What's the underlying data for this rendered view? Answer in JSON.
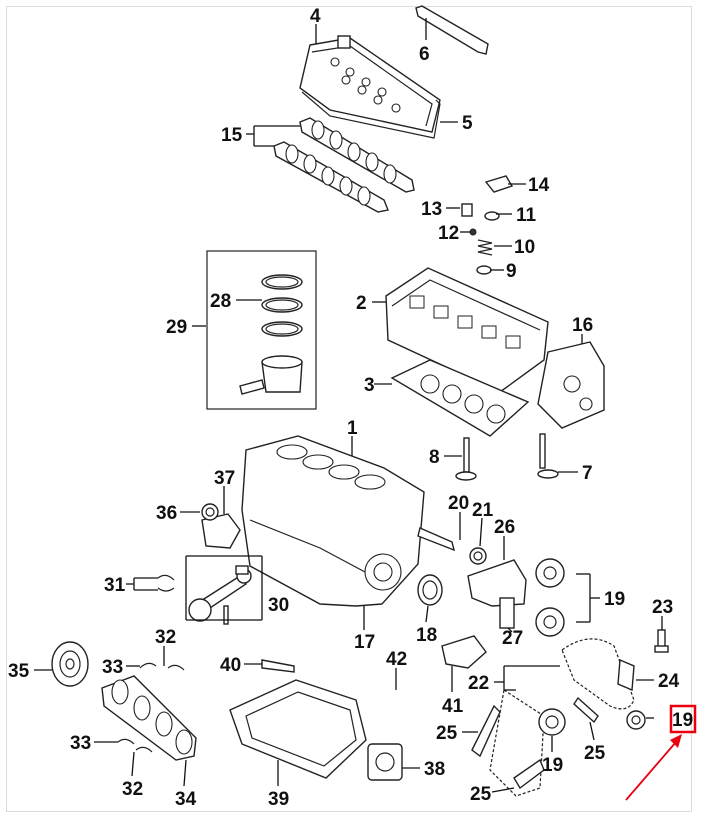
{
  "diagram": {
    "callouts": [
      {
        "id": "c4",
        "text": "4"
      },
      {
        "id": "c6",
        "text": "6"
      },
      {
        "id": "c5",
        "text": "5"
      },
      {
        "id": "c15",
        "text": "15"
      },
      {
        "id": "c14",
        "text": "14"
      },
      {
        "id": "c13",
        "text": "13"
      },
      {
        "id": "c11",
        "text": "11"
      },
      {
        "id": "c12",
        "text": "12"
      },
      {
        "id": "c10",
        "text": "10"
      },
      {
        "id": "c9",
        "text": "9"
      },
      {
        "id": "c28",
        "text": "28"
      },
      {
        "id": "c29",
        "text": "29"
      },
      {
        "id": "c2",
        "text": "2"
      },
      {
        "id": "c16",
        "text": "16"
      },
      {
        "id": "c3",
        "text": "3"
      },
      {
        "id": "c1",
        "text": "1"
      },
      {
        "id": "c8",
        "text": "8"
      },
      {
        "id": "c7",
        "text": "7"
      },
      {
        "id": "c37",
        "text": "37"
      },
      {
        "id": "c36",
        "text": "36"
      },
      {
        "id": "c20",
        "text": "20"
      },
      {
        "id": "c21",
        "text": "21"
      },
      {
        "id": "c26",
        "text": "26"
      },
      {
        "id": "c31",
        "text": "31"
      },
      {
        "id": "c30",
        "text": "30"
      },
      {
        "id": "c19a",
        "text": "19"
      },
      {
        "id": "c23",
        "text": "23"
      },
      {
        "id": "c17",
        "text": "17"
      },
      {
        "id": "c18",
        "text": "18"
      },
      {
        "id": "c27",
        "text": "27"
      },
      {
        "id": "c32a",
        "text": "32"
      },
      {
        "id": "c35",
        "text": "35"
      },
      {
        "id": "c33a",
        "text": "33"
      },
      {
        "id": "c40",
        "text": "40"
      },
      {
        "id": "c42",
        "text": "42"
      },
      {
        "id": "c22",
        "text": "22"
      },
      {
        "id": "c24",
        "text": "24"
      },
      {
        "id": "c41",
        "text": "41"
      },
      {
        "id": "c19b",
        "text": "19"
      },
      {
        "id": "c25a",
        "text": "25"
      },
      {
        "id": "c25b",
        "text": "25"
      },
      {
        "id": "c33b",
        "text": "33"
      },
      {
        "id": "c32b",
        "text": "32"
      },
      {
        "id": "c34",
        "text": "34"
      },
      {
        "id": "c39",
        "text": "39"
      },
      {
        "id": "c38",
        "text": "38"
      },
      {
        "id": "c19c",
        "text": "19"
      },
      {
        "id": "c25c",
        "text": "25"
      }
    ],
    "highlight_color": "#e8000f",
    "line_color": "#111111"
  }
}
